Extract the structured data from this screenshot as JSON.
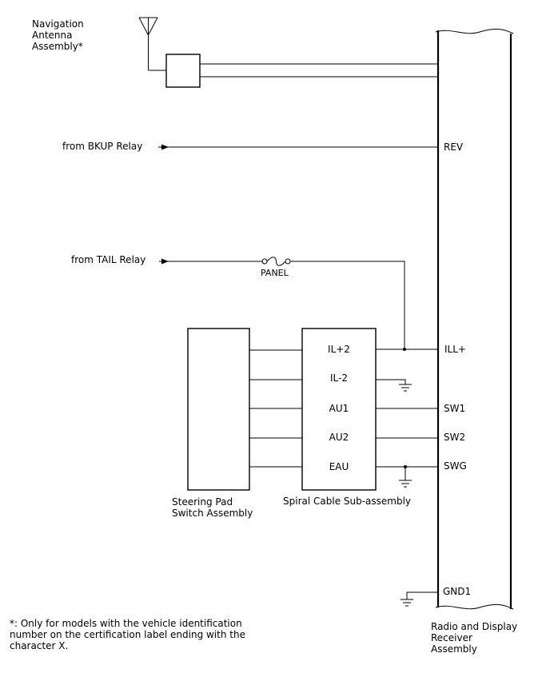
{
  "components": {
    "antenna_label": [
      "Navigation",
      "Antenna",
      "Assembly*"
    ],
    "steering_pad_label": [
      "Steering Pad",
      "Switch Assembly"
    ],
    "spiral_cable_label": "Spiral Cable Sub-assembly",
    "radio_label": [
      "Radio and Display",
      "Receiver",
      "Assembly"
    ]
  },
  "sources": {
    "bkup": "from BKUP Relay",
    "tail": "from TAIL Relay"
  },
  "fuse": "PANEL",
  "spiral_pins": [
    "IL+2",
    "IL-2",
    "AU1",
    "AU2",
    "EAU"
  ],
  "radio_pins": {
    "rev": "REV",
    "ill": "ILL+",
    "sw1": "SW1",
    "sw2": "SW2",
    "swg": "SWG",
    "gnd": "GND1"
  },
  "footnote": [
    "*: Only for models with the vehicle identification",
    "number on the certification label ending with the",
    "character X."
  ]
}
